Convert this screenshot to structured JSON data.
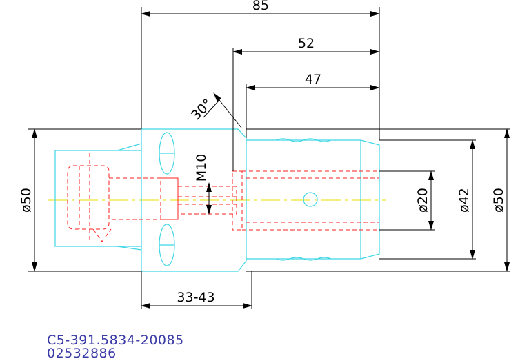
{
  "dimensions": {
    "overall_length": "85",
    "length_52": "52",
    "length_47": "47",
    "chamfer_angle": "30°",
    "thread": "M10",
    "dia_left": "ø50",
    "dia_bore": "ø20",
    "dia_sleeve": "ø42",
    "dia_right": "ø50",
    "clamp_range": "33-43"
  },
  "codes": {
    "part_number": "C5-391.5834-20085",
    "item_number": "02532886"
  },
  "colors": {
    "outline": "#3fd6e6",
    "hidden": "#ff2020",
    "centerline": "#e8e000",
    "dimension": "#000000",
    "code_text": "#3a3aa6"
  }
}
